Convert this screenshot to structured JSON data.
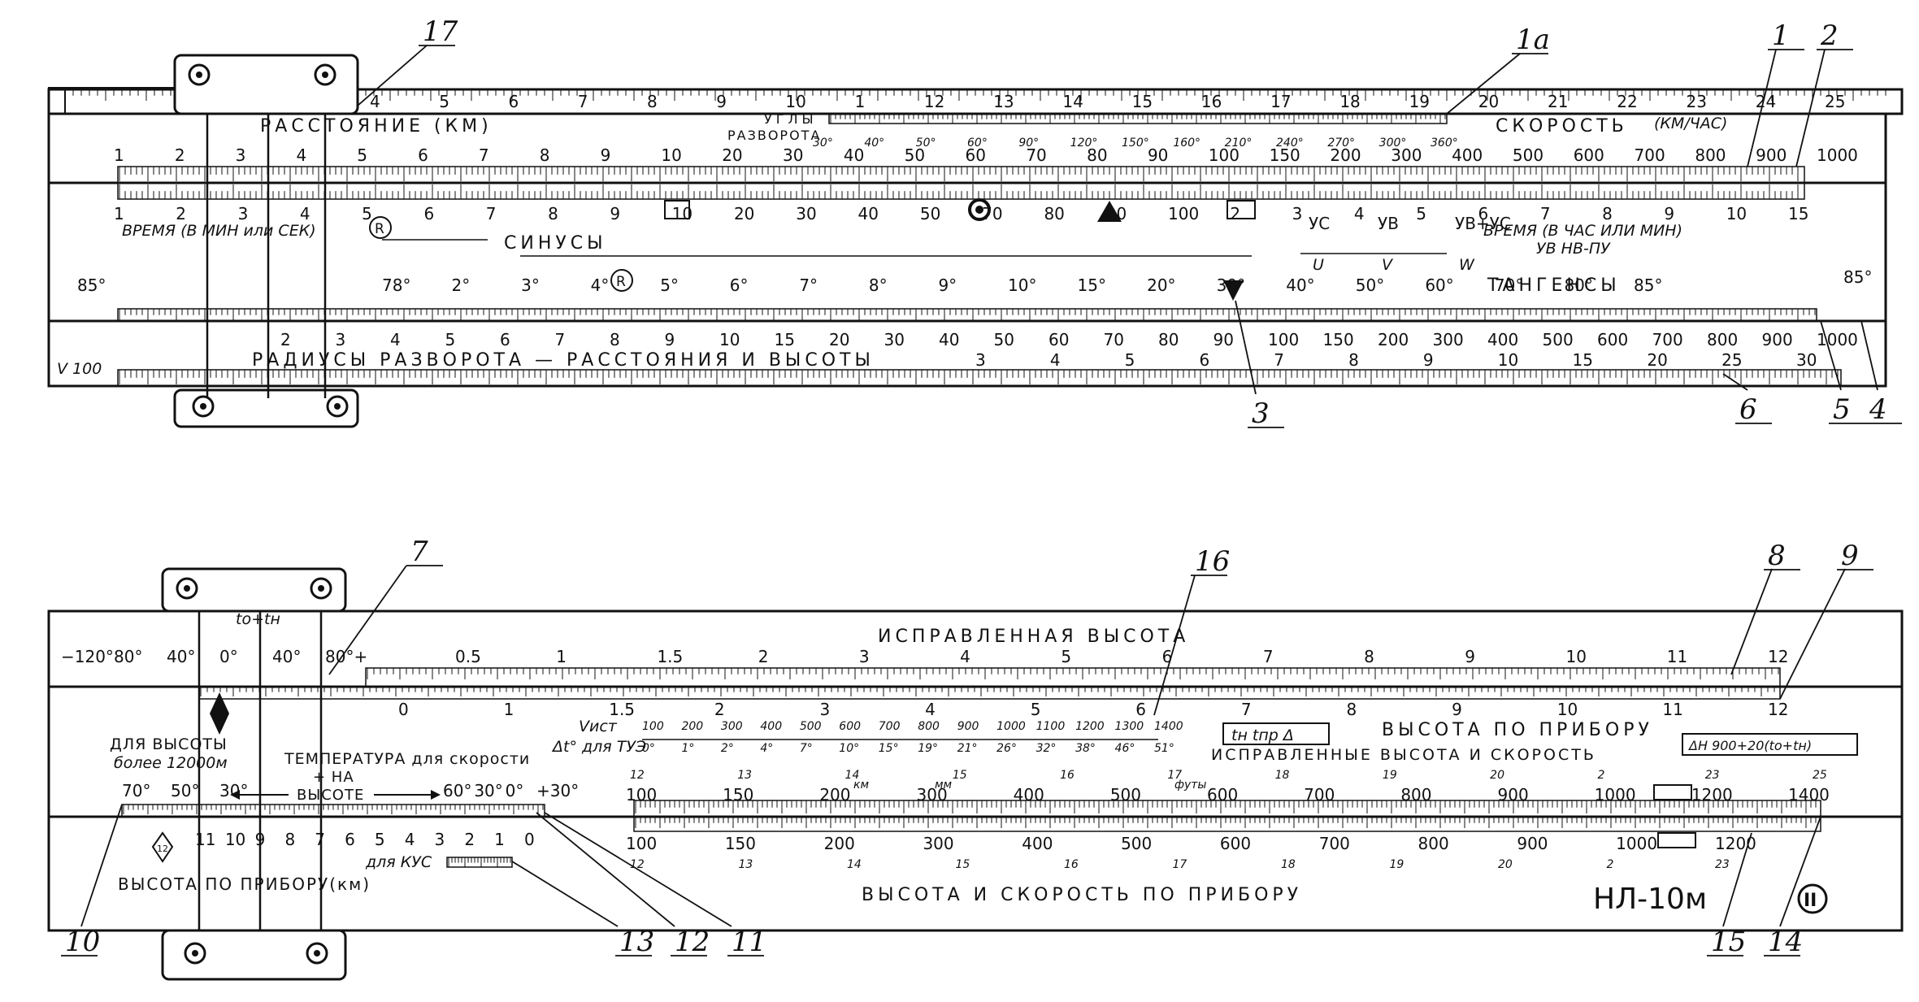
{
  "rule1": {
    "label_distance": "РАССТОЯНИЕ (КМ)",
    "label_angles": "УГЛЫ",
    "label_turn": "РАЗВОРОТА",
    "label_speed": "СКОРОСТЬ",
    "label_speed_unit": "(КМ/ЧАС)",
    "label_time_left": "ВРЕМЯ (В МИН или СЕК)",
    "label_time_right": "ВРЕМЯ (В ЧАС ИЛИ МИН)",
    "label_sines": "СИНУСЫ",
    "label_tangents": "ТАНГЕНСЫ",
    "label_radii": "РАДИУСЫ РАЗВОРОТА — РАССТОЯНИЯ И ВЫСОТЫ",
    "label_v100": "V 100",
    "label_vb": "УВ НВ-ПУ",
    "label_wind": [
      "УС",
      "УВ",
      "УВ+УС"
    ],
    "label_wind_sub": [
      "U",
      "V",
      "W"
    ],
    "top_scale": [
      "4",
      "5",
      "6",
      "7",
      "8",
      "9",
      "10",
      "1",
      "12",
      "13",
      "14",
      "15",
      "16",
      "17",
      "18",
      "19",
      "20",
      "21",
      "22",
      "23",
      "24",
      "25"
    ],
    "scale_a": [
      "1",
      "2",
      "3",
      "4",
      "5",
      "6",
      "7",
      "8",
      "9",
      "10",
      "20",
      "30",
      "40",
      "50",
      "60",
      "70",
      "80",
      "90",
      "100",
      "150",
      "200",
      "300",
      "400",
      "500",
      "600",
      "700",
      "800",
      "900",
      "1000"
    ],
    "scale_b": [
      "1",
      "2",
      "3",
      "4",
      "5",
      "6",
      "7",
      "8",
      "9",
      "10",
      "20",
      "30",
      "40",
      "50",
      "70",
      "80",
      "90",
      "100",
      "2",
      "3",
      "4",
      "5",
      "6",
      "7",
      "8",
      "9",
      "10",
      "15"
    ],
    "angles": [
      "30°",
      "40°",
      "50°",
      "60°",
      "90°",
      "120°",
      "150°",
      "160°",
      "210°",
      "240°",
      "270°",
      "300°",
      "360°"
    ],
    "sine_deg": [
      "78°",
      "2°",
      "3°",
      "4°",
      "5°",
      "6°",
      "7°",
      "8°",
      "9°",
      "10°",
      "15°",
      "20°",
      "30°",
      "40°",
      "50°",
      "60°",
      "70°",
      "80°",
      "85°"
    ],
    "tan_left": "85°",
    "tan_right": "85°",
    "scale_c": [
      "2",
      "3",
      "4",
      "5",
      "6",
      "7",
      "8",
      "9",
      "10",
      "15",
      "20",
      "30",
      "40",
      "50",
      "60",
      "70",
      "80",
      "90",
      "100",
      "150",
      "200",
      "300",
      "400",
      "500",
      "600",
      "700",
      "800",
      "900",
      "1000"
    ],
    "scale_d": [
      "3",
      "4",
      "5",
      "6",
      "7",
      "8",
      "9",
      "10",
      "15",
      "20",
      "25",
      "30"
    ]
  },
  "rule2": {
    "label_corrected_alt": "ИСПРАВЛЕННАЯ ВЫСОТА",
    "label_instr_alt": "ВЫСОТА ПО ПРИБОРУ",
    "label_corr_alt_speed": "ИСПРАВЛЕННЫЕ ВЫСОТА И СКОРОСТЬ",
    "label_for_alt": "ДЛЯ ВЫСОТЫ",
    "label_for_alt2": "более 12000м",
    "label_temp": "ТЕМПЕРАТУРА для скорости",
    "label_temp2": "+ НА",
    "label_temp3": "ВЫСОТЕ",
    "label_vist": "Vист",
    "label_dt": "Δt° для ТУЭ",
    "label_box_left": "tн  tпр  Δ",
    "label_box_right": "ΔН  900+20(tо+tн)",
    "label_alt_instr_km": "ВЫСОТА ПО ПРИБОРУ(км)",
    "label_kus": "для КУС",
    "label_bottom": "ВЫСОТА И СКОРОСТЬ ПО ПРИБОРУ",
    "label_km": "км",
    "label_mm": "мм",
    "label_feet": "футы",
    "model": "НЛ-10м",
    "emblem": "II",
    "t_label": "tо+tн",
    "temp_top": [
      "−120°",
      "80°",
      "40°",
      "0°",
      "40°",
      "80°+"
    ],
    "temp_bottom": [
      "70°",
      "50°",
      "30°"
    ],
    "temp_right": [
      "60°",
      "30°",
      "0°",
      "+30°"
    ],
    "alt_top": [
      "0.5",
      "1",
      "1.5",
      "2",
      "3",
      "4",
      "5",
      "6",
      "7",
      "8",
      "9",
      "10",
      "11",
      "12"
    ],
    "alt_mid": [
      "0",
      "1",
      "1.5",
      "2",
      "3",
      "4",
      "5",
      "6",
      "7",
      "8",
      "9",
      "10",
      "11",
      "12"
    ],
    "v_values": [
      "100",
      "200",
      "300",
      "400",
      "500",
      "600",
      "700",
      "800",
      "900",
      "1000",
      "1100",
      "1200",
      "1300",
      "1400"
    ],
    "dt_values": [
      "0°",
      "1°",
      "2°",
      "4°",
      "7°",
      "10°",
      "15°",
      "19°",
      "21°",
      "26°",
      "32°",
      "38°",
      "46°",
      "51°"
    ],
    "speed_top": [
      "100",
      "150",
      "200",
      "300",
      "400",
      "500",
      "600",
      "700",
      "800",
      "900",
      "1000",
      "1200",
      "1400"
    ],
    "speed_top_sub": [
      "12",
      "13",
      "14",
      "15",
      "16",
      "17",
      "18",
      "19",
      "20",
      "2",
      "23",
      "25"
    ],
    "speed_bot": [
      "100",
      "150",
      "200",
      "300",
      "400",
      "500",
      "600",
      "700",
      "800",
      "900",
      "1000",
      "1200"
    ],
    "speed_bot_sub": [
      "12",
      "13",
      "14",
      "15",
      "16",
      "17",
      "18",
      "19",
      "20",
      "2",
      "23"
    ],
    "km_left": [
      "11",
      "10",
      "9",
      "8",
      "7",
      "6",
      "5",
      "4",
      "3",
      "2",
      "1",
      "0"
    ]
  },
  "callouts": {
    "top": [
      "17",
      "1а",
      "1",
      "2"
    ],
    "right_top": [
      "3",
      "6",
      "5",
      "4"
    ],
    "mid": [
      "7",
      "16",
      "8",
      "9"
    ],
    "bottom": [
      "10",
      "13",
      "12",
      "11",
      "15",
      "14"
    ]
  }
}
